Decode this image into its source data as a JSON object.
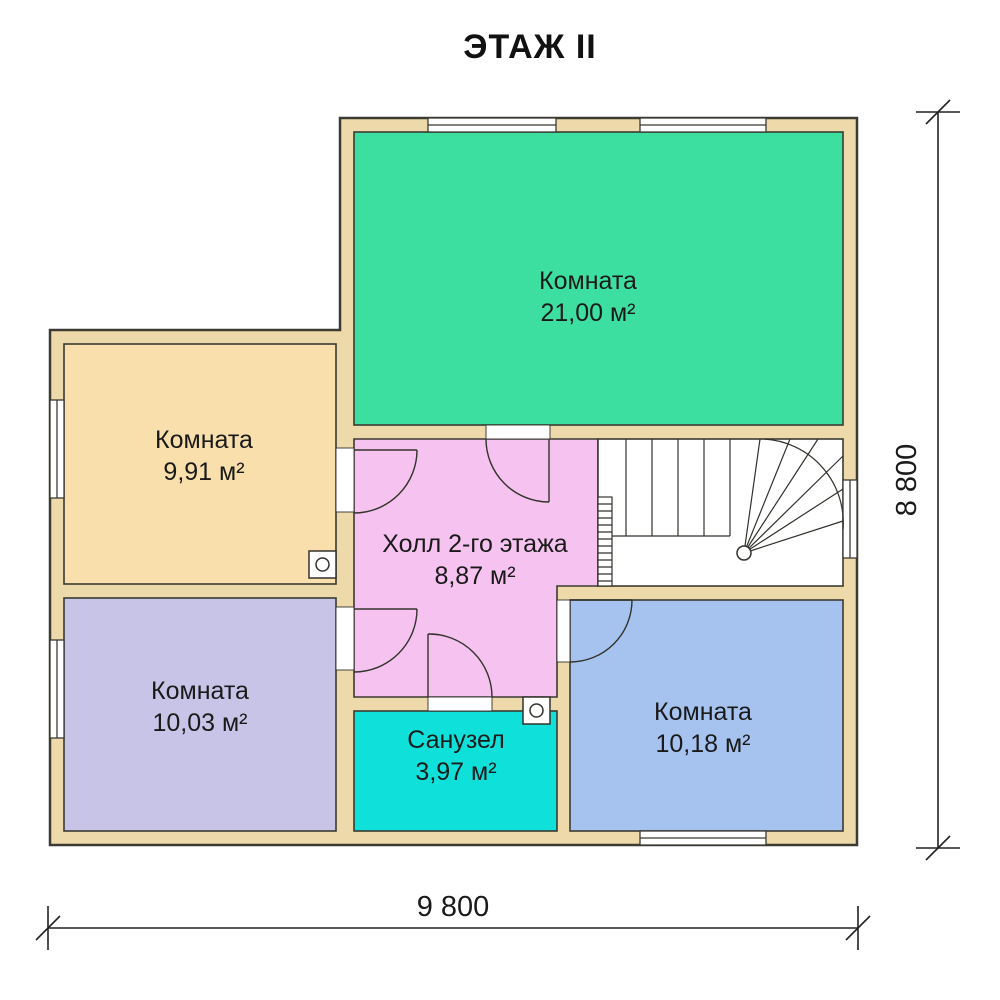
{
  "title": "ЭТАЖ II",
  "dimensions": {
    "width": "9 800",
    "height": "8 800"
  },
  "rooms": [
    {
      "name": "Комната",
      "area": "21,00 м²",
      "color": "#3cdf9f"
    },
    {
      "name": "Комната",
      "area": "9,91 м²",
      "color": "#f8dfab"
    },
    {
      "name": "Холл 2-го этажа",
      "area": "8,87 м²",
      "color": "#f6c3f0"
    },
    {
      "name": "Комната",
      "area": "10,03 м²",
      "color": "#c8c4e8"
    },
    {
      "name": "Санузел",
      "area": "3,97 м²",
      "color": "#0fe1da"
    },
    {
      "name": "Комната",
      "area": "10,18 м²",
      "color": "#a6c3f0"
    }
  ],
  "colors": {
    "wall_fill": "#eed9ab",
    "stairs_fill": "#ffffff",
    "line": "#3b3a33",
    "text": "#1a1a1a"
  }
}
